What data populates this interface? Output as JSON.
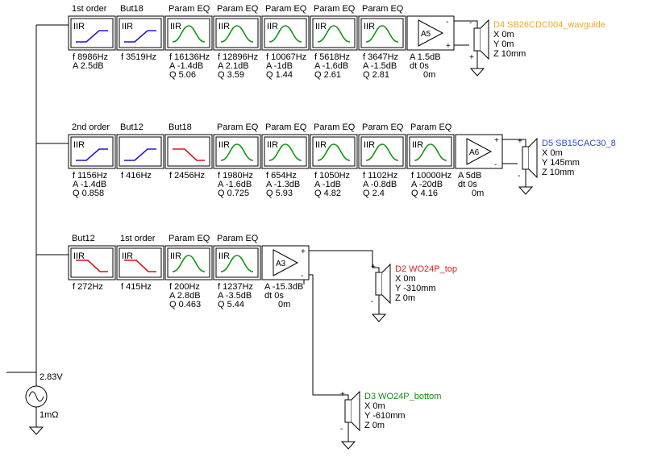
{
  "source": {
    "voltage": "2.83V",
    "impedance": "1mΩ"
  },
  "chains": [
    {
      "blocks": [
        {
          "title": "1st order",
          "type": "IIR",
          "curve": "hp",
          "params": [
            "f   8986Hz",
            "A   2.5dB"
          ]
        },
        {
          "title": "But18",
          "type": "IIR",
          "curve": "hp",
          "params": [
            "f   3519Hz"
          ]
        },
        {
          "title": "Param EQ",
          "type": "IIR",
          "curve": "peq",
          "params": [
            "f   16136Hz",
            "A   -1.4dB",
            "Q   5.06"
          ]
        },
        {
          "title": "Param EQ",
          "type": "IIR",
          "curve": "peq",
          "params": [
            "f   12896Hz",
            "A   2.1dB",
            "Q   3.59"
          ]
        },
        {
          "title": "Param EQ",
          "type": "IIR",
          "curve": "peq",
          "params": [
            "f   10067Hz",
            "A   -1dB",
            "Q   1.44"
          ]
        },
        {
          "title": "Param EQ",
          "type": "IIR",
          "curve": "peq",
          "params": [
            "f   5618Hz",
            "A   -1.6dB",
            "Q   2.61"
          ]
        },
        {
          "title": "Param EQ",
          "type": "IIR",
          "curve": "peq",
          "params": [
            "f   3647Hz",
            "A   -1.5dB",
            "Q   2.81"
          ]
        }
      ],
      "amp": {
        "name": "A5",
        "params": [
          "A   1.5dB",
          "dt  0s",
          "0m"
        ],
        "polarity_top": "-",
        "polarity_bottom": "+"
      },
      "speaker": {
        "name": "D4 SB26CDC004_wavguide",
        "color": "#f5a623",
        "coords": [
          "X   0m",
          "Y   0m",
          "Z   10mm"
        ],
        "polarity_top": "-",
        "polarity_bottom": "+"
      }
    },
    {
      "blocks": [
        {
          "title": "2nd order",
          "type": "IIR",
          "curve": "hp",
          "params": [
            "f   1156Hz",
            "A   -1.4dB",
            "Q   0.858"
          ]
        },
        {
          "title": "But12",
          "type": "",
          "curve": "hp",
          "params": [
            "f   416Hz"
          ]
        },
        {
          "title": "But18",
          "type": "",
          "curve": "lp",
          "params": [
            "f   2456Hz"
          ]
        },
        {
          "title": "Param EQ",
          "type": "IIR",
          "curve": "peq",
          "params": [
            "f   1980Hz",
            "A   -1.6dB",
            "Q   0.725"
          ]
        },
        {
          "title": "Param EQ",
          "type": "IIR",
          "curve": "peq",
          "params": [
            "f   654Hz",
            "A   -1.3dB",
            "Q   5.93"
          ]
        },
        {
          "title": "Param EQ",
          "type": "IIR",
          "curve": "peq",
          "params": [
            "f   1050Hz",
            "A   -1dB",
            "Q   4.82"
          ]
        },
        {
          "title": "Param EQ",
          "type": "IIR",
          "curve": "peq",
          "params": [
            "f   1102Hz",
            "A   -0.8dB",
            "Q   2.4"
          ]
        },
        {
          "title": "Param EQ",
          "type": "IIR",
          "curve": "peq",
          "params": [
            "f   10000Hz",
            "A   -20dB",
            "Q   4.16"
          ]
        }
      ],
      "amp": {
        "name": "A6",
        "params": [
          "A   5dB",
          "dt  0s",
          "0m"
        ],
        "polarity_top": "+",
        "polarity_bottom": "-"
      },
      "speaker": {
        "name": "D5 SB15CAC30_8",
        "color": "#2a4bd7",
        "coords": [
          "X   0m",
          "Y   145mm",
          "Z   10mm"
        ],
        "polarity_top": "+",
        "polarity_bottom": "-"
      }
    },
    {
      "blocks": [
        {
          "title": "But12",
          "type": "IIR",
          "curve": "lp",
          "params": [
            "f   272Hz"
          ]
        },
        {
          "title": "1st order",
          "type": "IIR",
          "curve": "lp",
          "params": [
            "f   415Hz"
          ]
        },
        {
          "title": "Param EQ",
          "type": "IIR",
          "curve": "peq",
          "params": [
            "f   200Hz",
            "A   2.8dB",
            "Q   0.463"
          ]
        },
        {
          "title": "Param EQ",
          "type": "IIR",
          "curve": "peq",
          "params": [
            "f   1237Hz",
            "A   -3.5dB",
            "Q   5.44"
          ]
        }
      ],
      "amp": {
        "name": "A3",
        "params": [
          "A   -15.3dB",
          "dt  0s",
          "0m"
        ],
        "polarity_top": "+",
        "polarity_bottom": "-"
      },
      "speakers": [
        {
          "name": "D2 WO24P_top",
          "color": "#e02020",
          "coords": [
            "X   0m",
            "Y   -310mm",
            "Z   0m"
          ],
          "polarity_top": "+",
          "polarity_bottom": "-"
        },
        {
          "name": "D3 WO24P_bottom",
          "color": "#1a8a1a",
          "coords": [
            "X   0m",
            "Y   -610mm",
            "Z   0m"
          ],
          "polarity_top": "+",
          "polarity_bottom": "-"
        }
      ]
    }
  ],
  "colors": {
    "hp": "#1a1acc",
    "lp": "#dd1111",
    "peq": "#119911",
    "line": "#000000"
  }
}
